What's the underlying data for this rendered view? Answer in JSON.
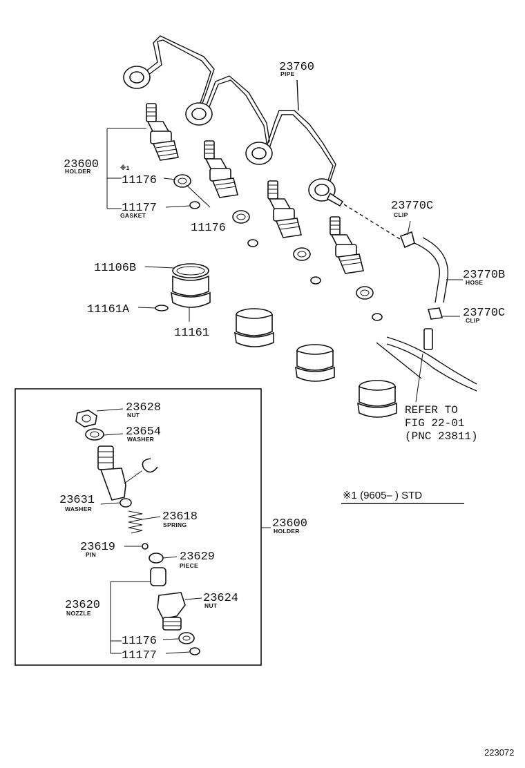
{
  "labels": {
    "p23760": "23760",
    "p23760_sub": "PIPE",
    "p23600": "23600",
    "p23600_sub": "HOLDER",
    "mark1": "※1",
    "p11176a": "11176",
    "p11177a": "11177",
    "p11177a_sub": "GASKET",
    "p11176b": "11176",
    "p11106b": "11106B",
    "p11161a": "11161A",
    "p11161": "11161",
    "p23770c_top": "23770C",
    "p23770c_top_sub": "CLIP",
    "p23770b": "23770B",
    "p23770b_sub": "HOSE",
    "p23770c_bot": "23770C",
    "p23770c_bot_sub": "CLIP",
    "refer_line1": "REFER TO",
    "refer_line2": "FIG 22-01",
    "refer_line3": "(PNC 23811)",
    "note": "※1 (9605–       ) STD",
    "figure_number": "223072"
  },
  "inset": {
    "p23628": "23628",
    "p23628_sub": "NUT",
    "p23654": "23654",
    "p23654_sub": "WASHER",
    "p23631": "23631",
    "p23631_sub": "WASHER",
    "p23618": "23618",
    "p23618_sub": "SPRING",
    "p23600": "23600",
    "p23600_sub": "HOLDER",
    "p23619": "23619",
    "p23619_sub": "PIN",
    "p23629": "23629",
    "p23629_sub": "PIECE",
    "p23620": "23620",
    "p23620_sub": "NOZZLE",
    "p23624": "23624",
    "p23624_sub": "NUT",
    "p11176": "11176",
    "p11177": "11177"
  }
}
